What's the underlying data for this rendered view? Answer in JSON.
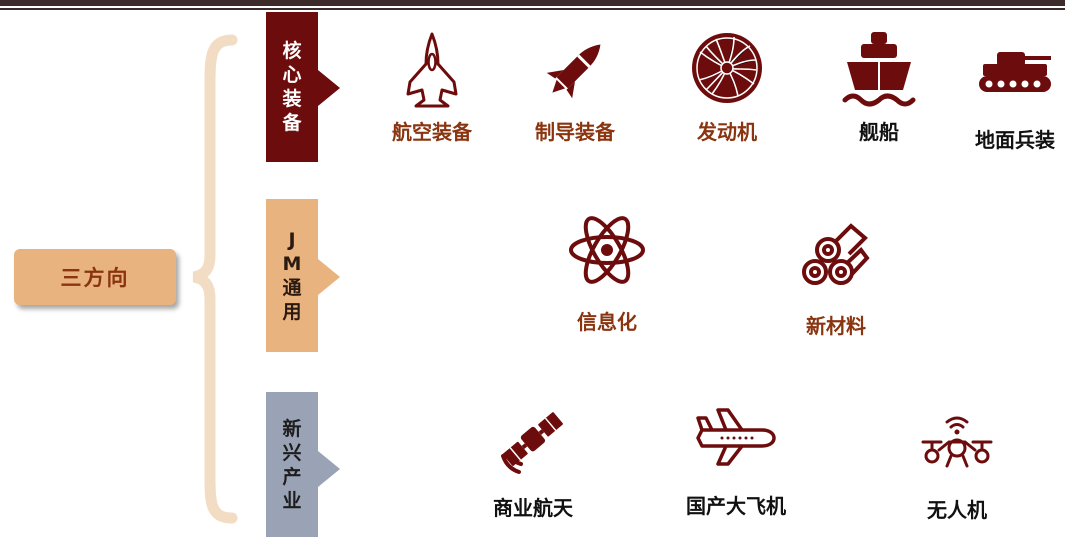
{
  "root": {
    "label": "三方向"
  },
  "categories": [
    {
      "lines": [
        "核",
        "心",
        "装",
        "备"
      ]
    },
    {
      "lines": [
        "J",
        "M",
        "通",
        "用"
      ]
    },
    {
      "lines": [
        "新",
        "兴",
        "产",
        "业"
      ]
    }
  ],
  "groups": {
    "core": [
      {
        "label": "航空装备",
        "icon": "fighter-jet-icon"
      },
      {
        "label": "制导装备",
        "icon": "missile-icon"
      },
      {
        "label": "发动机",
        "icon": "engine-fan-icon"
      },
      {
        "label": "舰船",
        "icon": "ship-icon"
      },
      {
        "label": "地面兵装",
        "icon": "tank-icon"
      }
    ],
    "general": [
      {
        "label": "信息化",
        "icon": "atom-icon"
      },
      {
        "label": "新材料",
        "icon": "material-rolls-icon"
      }
    ],
    "emerging": [
      {
        "label": "商业航天",
        "icon": "satellite-icon"
      },
      {
        "label": "国产大飞机",
        "icon": "airliner-icon"
      },
      {
        "label": "无人机",
        "icon": "drone-icon"
      }
    ]
  },
  "colors": {
    "dark_red": "#6d0c0c",
    "tan": "#e8b37f",
    "slate": "#9aa3b5",
    "label_brown": "#8a3510",
    "brace": "#f2dcc4"
  }
}
